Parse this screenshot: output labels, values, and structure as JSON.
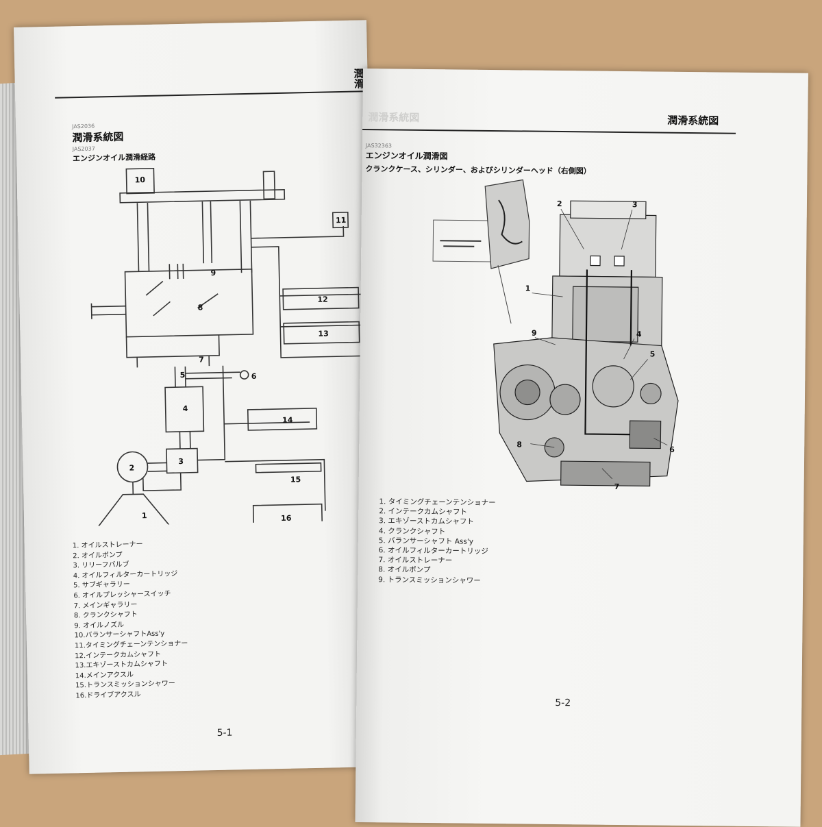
{
  "left_page": {
    "section_code": "JAS2036",
    "section_title": "潤滑系統図",
    "diagram_code": "JAS2037",
    "diagram_title": "エンジンオイル潤滑経路",
    "side_tab": "潤滑",
    "callouts": [
      "1",
      "2",
      "3",
      "4",
      "5",
      "6",
      "7",
      "8",
      "9",
      "10",
      "11",
      "12",
      "13",
      "14",
      "15",
      "16"
    ],
    "legend": [
      "1. オイルストレーナー",
      "2. オイルポンプ",
      "3. リリーフバルブ",
      "4. オイルフィルターカートリッジ",
      "5. サブギャラリー",
      "6. オイルプレッシャースイッチ",
      "7. メインギャラリー",
      "8. クランクシャフト",
      "9. オイルノズル",
      "10.バランサーシャフトAss'y",
      "11.タイミングチェーンテンショナー",
      "12.インテークカムシャフト",
      "13.エキゾーストカムシャフト",
      "14.メインアクスル",
      "15.トランスミッションシャワー",
      "16.ドライブアクスル"
    ],
    "page_number": "5-1"
  },
  "right_page": {
    "header_title": "潤滑系統図",
    "ghost_header": "潤滑系統図",
    "section_code": "JAS32363",
    "section_title": "エンジンオイル潤滑図",
    "subtitle": "クランクケース、シリンダー、およびシリンダーヘッド（右側図）",
    "callouts": [
      "1",
      "2",
      "3",
      "4",
      "5",
      "6",
      "7",
      "8",
      "9"
    ],
    "legend": [
      "1.  タイミングチェーンテンショナー",
      "2.  インテークカムシャフト",
      "3.  エキゾーストカムシャフト",
      "4.  クランクシャフト",
      "5.  バランサーシャフト Ass'y",
      "6.  オイルフィルターカートリッジ",
      "7.  オイルストレーナー",
      "8.  オイルポンプ",
      "9.  トランスミッションシャワー"
    ],
    "page_number": "5-2"
  }
}
